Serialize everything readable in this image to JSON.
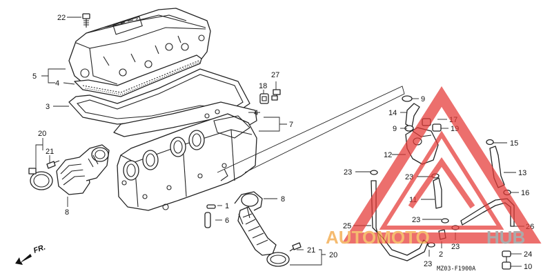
{
  "diagram": {
    "drawing_code": "MZ03-F1900A",
    "front_label": "FR.",
    "callouts": [
      {
        "id": "c22",
        "label": "22"
      },
      {
        "id": "c5",
        "label": "5"
      },
      {
        "id": "c4a",
        "label": "4"
      },
      {
        "id": "c3",
        "label": "3"
      },
      {
        "id": "c4b",
        "label": "4"
      },
      {
        "id": "c7",
        "label": "7"
      },
      {
        "id": "c18",
        "label": "18"
      },
      {
        "id": "c27",
        "label": "27"
      },
      {
        "id": "c20a",
        "label": "20"
      },
      {
        "id": "c21a",
        "label": "21"
      },
      {
        "id": "c8a",
        "label": "8"
      },
      {
        "id": "c1",
        "label": "1"
      },
      {
        "id": "c6",
        "label": "6"
      },
      {
        "id": "c8b",
        "label": "8"
      },
      {
        "id": "c21b",
        "label": "21"
      },
      {
        "id": "c20b",
        "label": "20"
      },
      {
        "id": "c9a",
        "label": "9"
      },
      {
        "id": "c14",
        "label": "14"
      },
      {
        "id": "c9b",
        "label": "9"
      },
      {
        "id": "c17",
        "label": "17"
      },
      {
        "id": "c19",
        "label": "19"
      },
      {
        "id": "c15",
        "label": "15"
      },
      {
        "id": "c12",
        "label": "12"
      },
      {
        "id": "c13",
        "label": "13"
      },
      {
        "id": "c23a",
        "label": "23"
      },
      {
        "id": "c23b",
        "label": "23"
      },
      {
        "id": "c16",
        "label": "16"
      },
      {
        "id": "c11",
        "label": "11"
      },
      {
        "id": "c23c",
        "label": "23"
      },
      {
        "id": "c25",
        "label": "25"
      },
      {
        "id": "c26",
        "label": "26"
      },
      {
        "id": "c2",
        "label": "2"
      },
      {
        "id": "c23d",
        "label": "23"
      },
      {
        "id": "c23e",
        "label": "23"
      },
      {
        "id": "c24",
        "label": "24"
      },
      {
        "id": "c10",
        "label": "10"
      }
    ]
  },
  "watermark": {
    "text_part1": "AUTOMOTO",
    "text_part2": "HUB",
    "color_primary": "#e53935",
    "color_accent": "#f2a23a",
    "color_dark": "#8a8a8a"
  }
}
